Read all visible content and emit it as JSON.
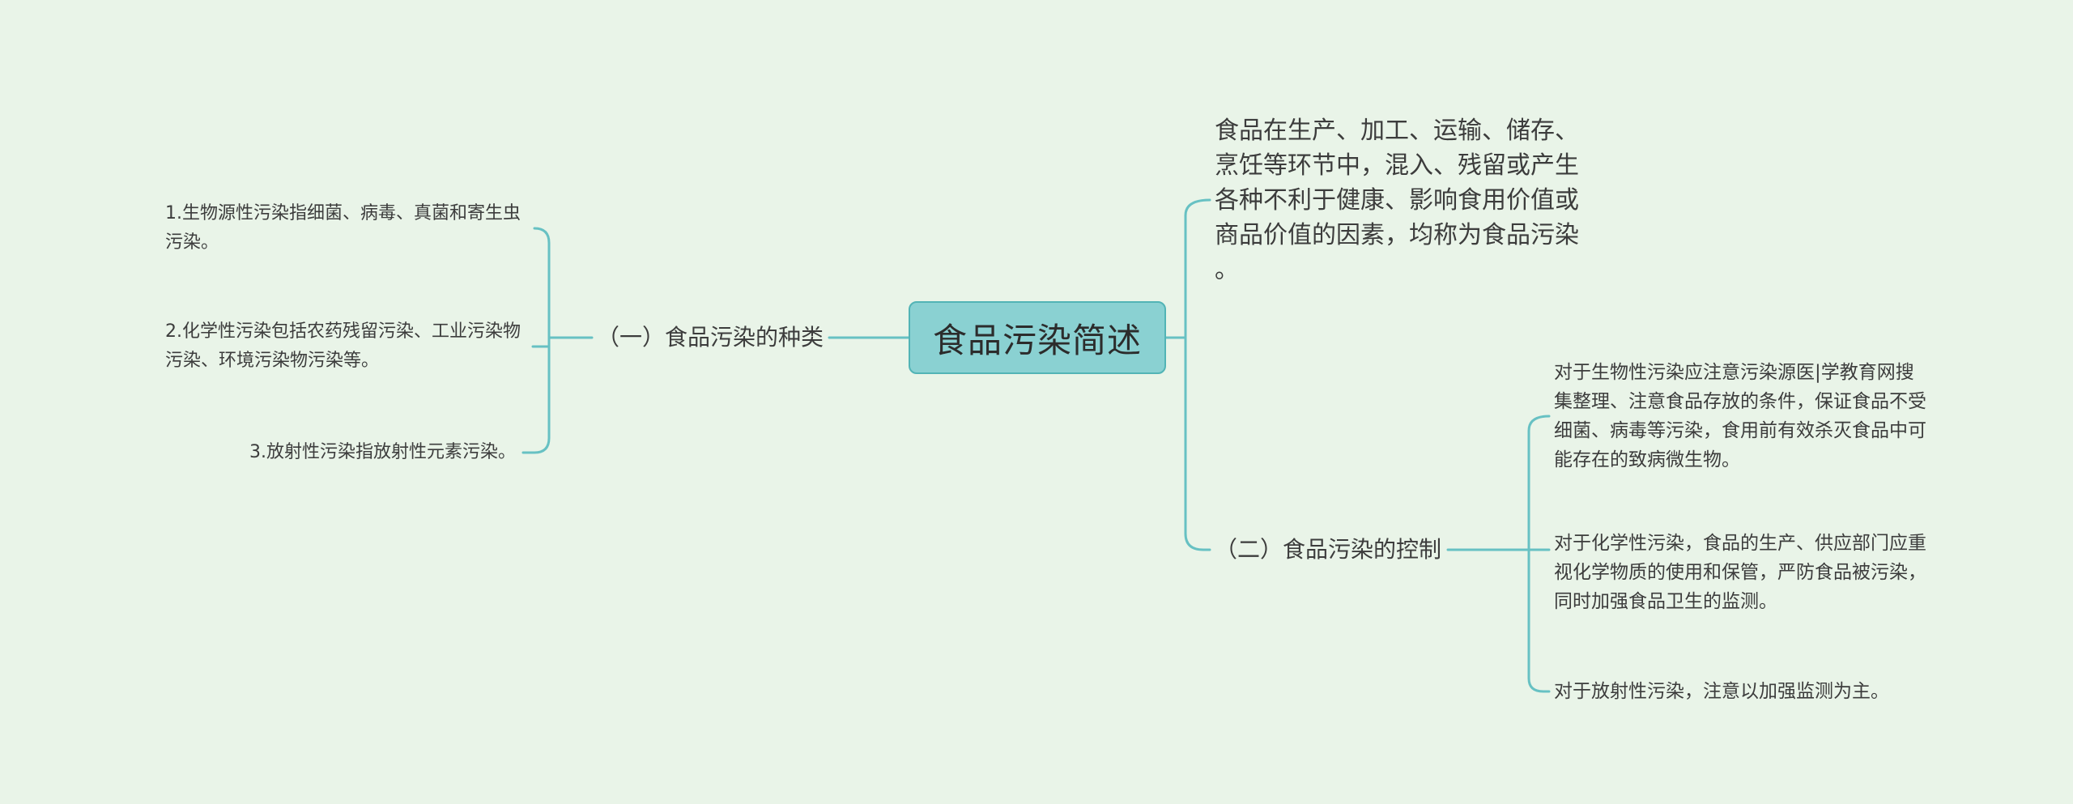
{
  "colors": {
    "canvas-bg": "#e9f4e8",
    "accent": "#67c1c3",
    "topic-bg": "#8ad1d2",
    "topic-border": "#52b4b6",
    "text": "#3c3c3c",
    "topic-text": "#2c2c2c"
  },
  "topic": {
    "label": "食品污染简述"
  },
  "left_branch": {
    "label": "（一）食品污染的种类",
    "children": [
      {
        "text": "1.生物源性污染指细菌、病毒、真菌和寄生虫\n污染。"
      },
      {
        "text": "2.化学性污染包括农药残留污染、工业污染物\n污染、环境污染物污染等。"
      },
      {
        "text": "3.放射性污染指放射性元素污染。"
      }
    ]
  },
  "right_branch": {
    "note": "食品在生产、加工、运输、储存、\n烹饪等环节中，混入、残留或产生\n各种不利于健康、影响食用价值或\n商品价值的因素，均称为食品污染\n。",
    "label": "（二）食品污染的控制",
    "children": [
      {
        "text": "对于生物性污染应注意污染源医|学教育网搜\n集整理、注意食品存放的条件，保证食品不受\n细菌、病毒等污染，食用前有效杀灭食品中可\n能存在的致病微生物。"
      },
      {
        "text": "对于化学性污染，食品的生产、供应部门应重\n视化学物质的使用和保管，严防食品被污染，\n同时加强食品卫生的监测。"
      },
      {
        "text": "对于放射性污染，注意以加强监测为主。"
      }
    ]
  }
}
